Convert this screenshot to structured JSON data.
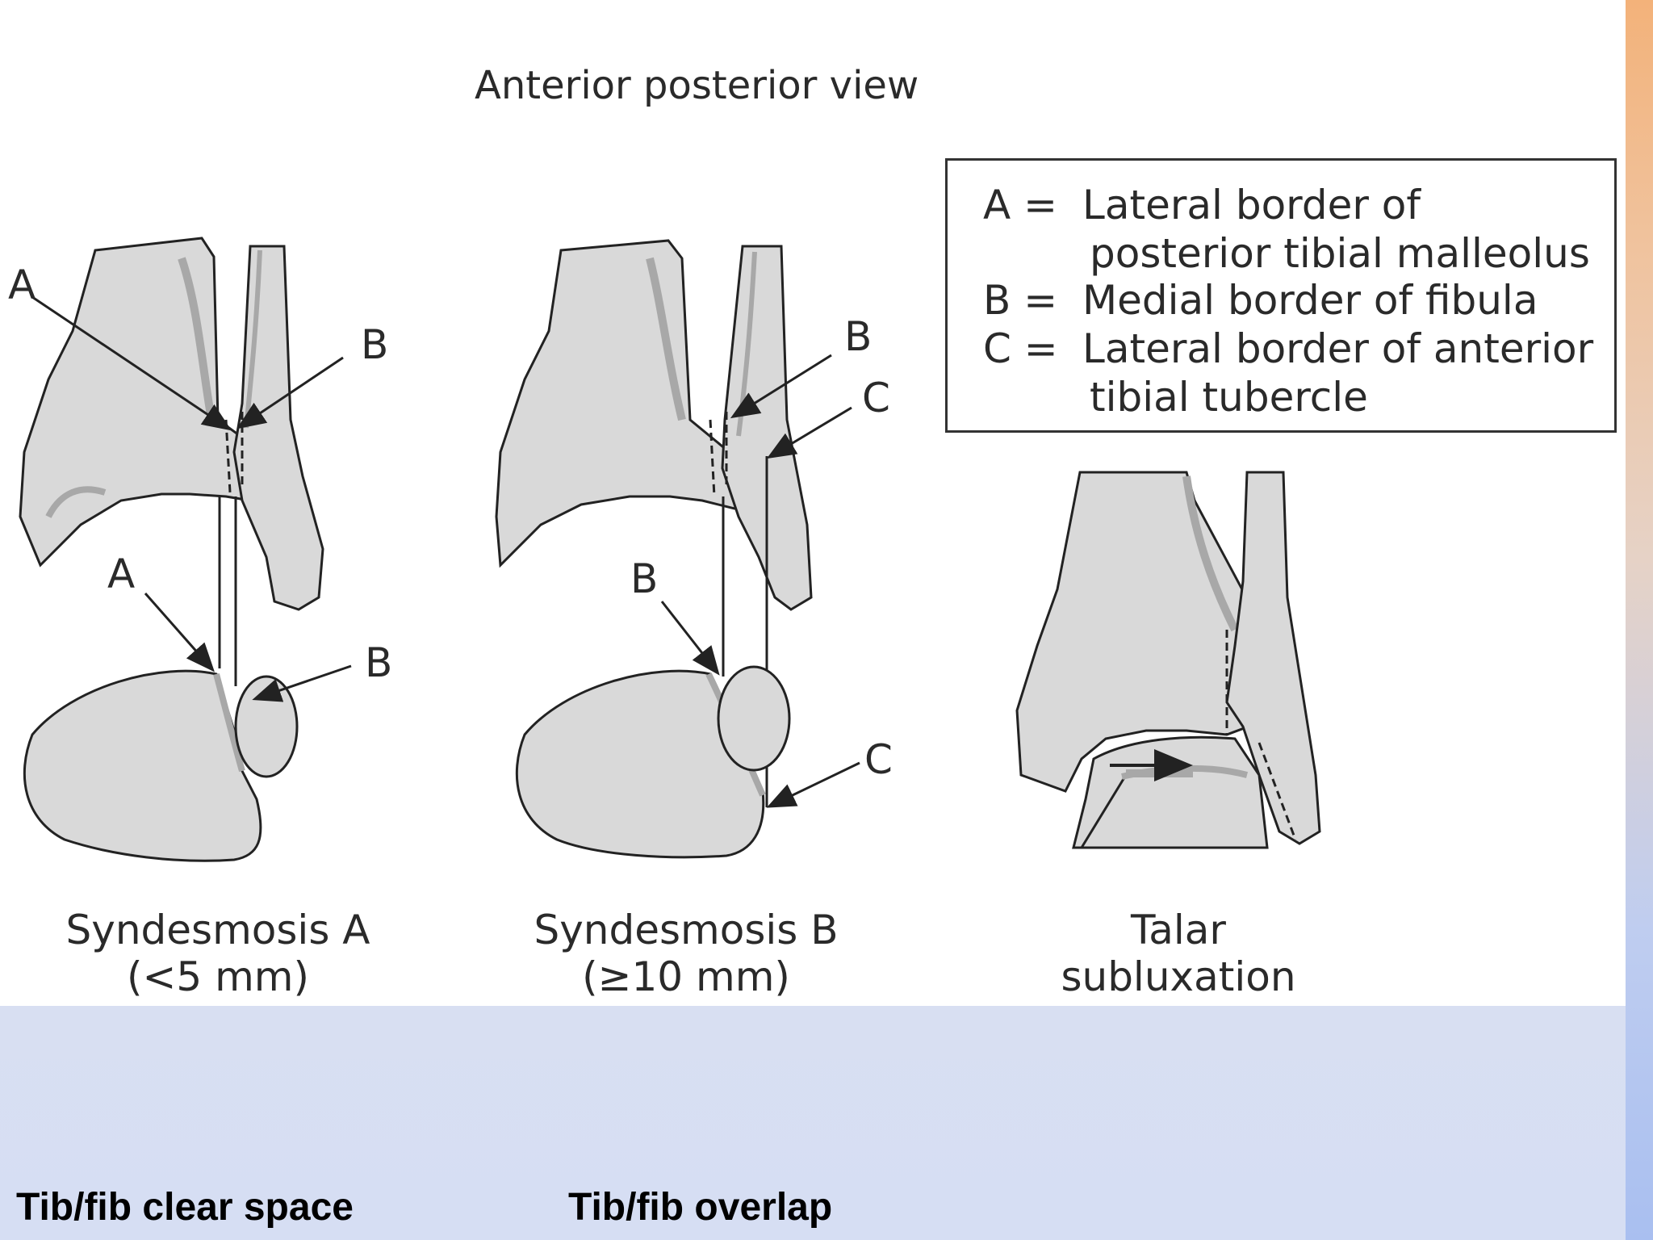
{
  "figure": {
    "title": "Anterior posterior view",
    "legend": [
      {
        "key": "A =",
        "text": "Lateral border of"
      },
      {
        "key": "",
        "text": "posterior tibial malleolus"
      },
      {
        "key": "B =",
        "text": "Medial border of fibula"
      },
      {
        "key": "C =",
        "text": "Lateral border of anterior"
      },
      {
        "key": "",
        "text": "tibial tubercle"
      }
    ],
    "panels": [
      {
        "caption_line1": "Syndesmosis A",
        "caption_line2": "(<5 mm)"
      },
      {
        "caption_line1": "Syndesmosis B",
        "caption_line2": "(≥10 mm)"
      },
      {
        "caption_line1": "Talar",
        "caption_line2": "subluxation"
      }
    ],
    "point_labels": {
      "p1_top_a": "A",
      "p1_top_b": "B",
      "p1_low_a": "A",
      "p1_low_b": "B",
      "p2_top_b": "B",
      "p2_top_c": "C",
      "p2_low_b": "B",
      "p2_low_c": "C"
    },
    "colors": {
      "bone_fill": "#d9d9d9",
      "bone_shadow": "#a8a8a8",
      "line": "#222222"
    }
  },
  "slide": {
    "label_left": "Tib/fib clear space",
    "label_right": "Tib/fib overlap"
  }
}
